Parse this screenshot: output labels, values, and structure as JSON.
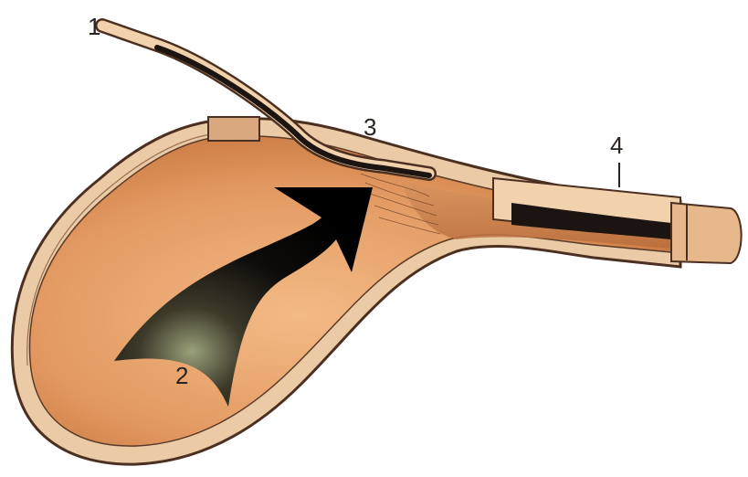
{
  "diagram": {
    "labels": [
      {
        "id": "label-1",
        "text": "1"
      },
      {
        "id": "label-2",
        "text": "2"
      },
      {
        "id": "label-3",
        "text": "3"
      },
      {
        "id": "label-4",
        "text": "4"
      }
    ]
  },
  "colors": {
    "background": "#ffffff",
    "wall_outer": "#e9c9a6",
    "wall_line": "#5a3a28",
    "interior_light": "#f0b27f",
    "interior_mid": "#d98f58",
    "interior_dark": "#a85f36",
    "arrow": "#111111",
    "cannula": "#f2d2ac",
    "probe_dark": "#1c1410"
  }
}
